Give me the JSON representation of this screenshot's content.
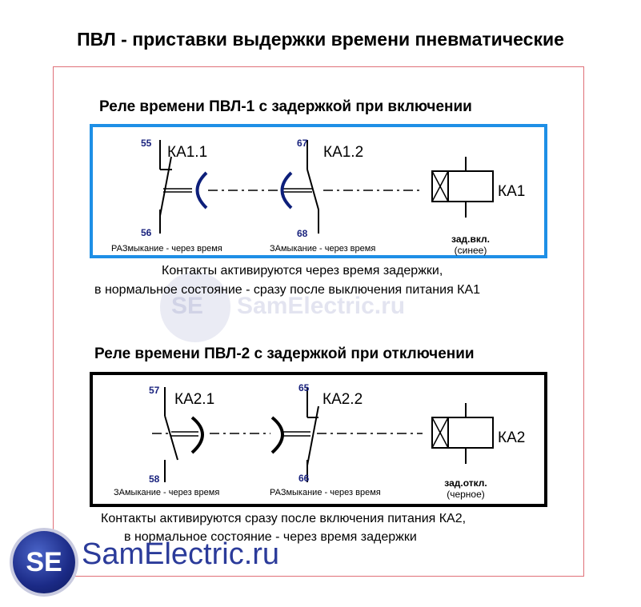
{
  "title": "ПВЛ - приставки выдержки времени пневматические",
  "watermark": {
    "mark": "SE",
    "text": "SamElectric.ru"
  },
  "logo": {
    "mark": "SE",
    "text": "SamElectric.ru"
  },
  "colors": {
    "blue_frame": "#1e8fe6",
    "black_frame": "#000000",
    "outer_frame": "#e07078",
    "pin_numbers": "#1a237e",
    "arc": "#0d1f7a"
  },
  "relay1": {
    "heading": "Реле времени ПВЛ-1 с задержкой при включении",
    "contact1": {
      "pin_top": "55",
      "pin_bottom": "56",
      "label": "КА1.1",
      "note": "РАЗмыкание - через время"
    },
    "contact2": {
      "pin_top": "67",
      "pin_bottom": "68",
      "label": "КА1.2",
      "note": "ЗАмыкание - через время"
    },
    "coil": {
      "label": "КА1",
      "delay": "зад.вкл.",
      "delay_color": "(синее)"
    },
    "description": [
      "Контакты активируются через время задержки,",
      "в нормальное состояние - сразу после выключения питания КА1"
    ]
  },
  "relay2": {
    "heading": "Реле времени  ПВЛ-2 с задержкой при отключении",
    "contact1": {
      "pin_top": "57",
      "pin_bottom": "58",
      "label": "КА2.1",
      "note": "ЗАмыкание - через время"
    },
    "contact2": {
      "pin_top": "65",
      "pin_bottom": "66",
      "label": "КА2.2",
      "note": "РАЗмыкание - через время"
    },
    "coil": {
      "label": "КА2",
      "delay": "зад.откл.",
      "delay_color": "(черное)"
    },
    "description": [
      "Контакты активируются сразу после включения питания КА2,",
      "в нормальное состояние - через время задержки"
    ]
  }
}
